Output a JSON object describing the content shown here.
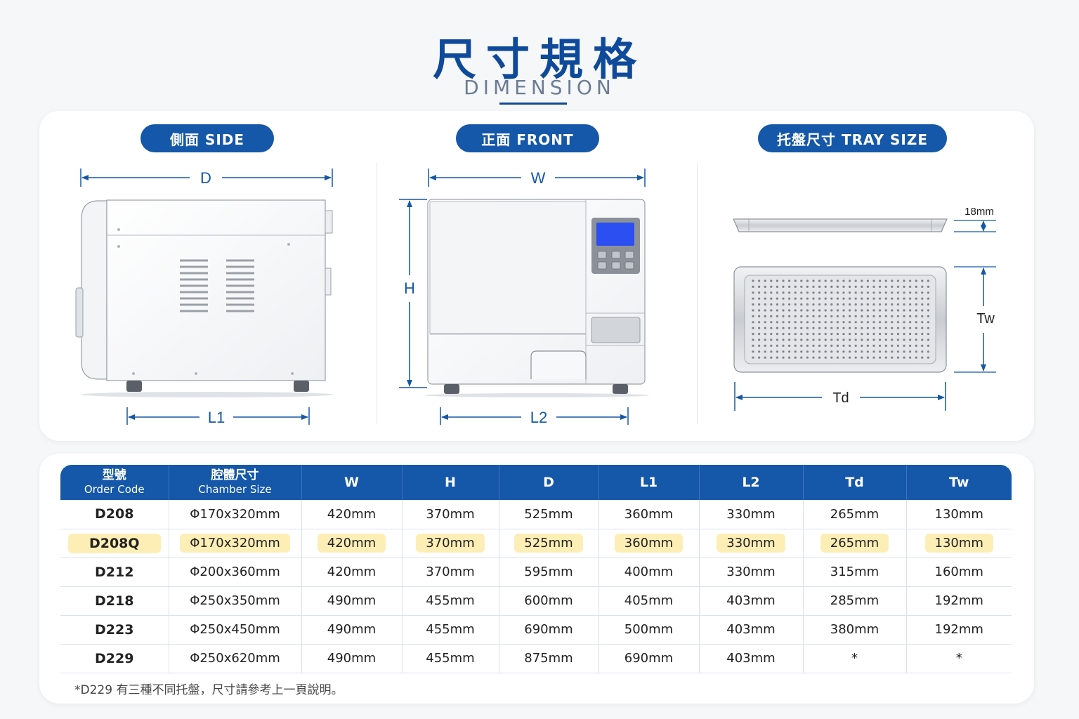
{
  "header": {
    "title": "尺寸規格",
    "subtitle": "DIMENSION"
  },
  "views": {
    "side": {
      "label": "側面  SIDE",
      "dim_top": "D",
      "dim_bottom": "L1"
    },
    "front": {
      "label": "正面  FRONT",
      "dim_top": "W",
      "dim_left": "H",
      "dim_bottom": "L2"
    },
    "tray": {
      "label": "托盤尺寸  TRAY SIZE",
      "dim_height": "18mm",
      "dim_right": "Tw",
      "dim_bottom": "Td"
    }
  },
  "colors": {
    "brand_blue": "#1557a8",
    "title_blue": "#0f4a9a",
    "highlight": "#fdeeb6"
  },
  "table": {
    "headers": [
      {
        "cn": "型號",
        "en": "Order Code"
      },
      {
        "cn": "腔體尺寸",
        "en": "Chamber Size"
      },
      {
        "cn": "",
        "en": "W"
      },
      {
        "cn": "",
        "en": "H"
      },
      {
        "cn": "",
        "en": "D"
      },
      {
        "cn": "",
        "en": "L1"
      },
      {
        "cn": "",
        "en": "L2"
      },
      {
        "cn": "",
        "en": "Td"
      },
      {
        "cn": "",
        "en": "Tw"
      }
    ],
    "highlight_row": 1,
    "rows": [
      [
        "D208",
        "Φ170x320mm",
        "420mm",
        "370mm",
        "525mm",
        "360mm",
        "330mm",
        "265mm",
        "130mm"
      ],
      [
        "D208Q",
        "Φ170x320mm",
        "420mm",
        "370mm",
        "525mm",
        "360mm",
        "330mm",
        "265mm",
        "130mm"
      ],
      [
        "D212",
        "Φ200x360mm",
        "420mm",
        "370mm",
        "595mm",
        "400mm",
        "330mm",
        "315mm",
        "160mm"
      ],
      [
        "D218",
        "Φ250x350mm",
        "490mm",
        "455mm",
        "600mm",
        "405mm",
        "403mm",
        "285mm",
        "192mm"
      ],
      [
        "D223",
        "Φ250x450mm",
        "490mm",
        "455mm",
        "690mm",
        "500mm",
        "403mm",
        "380mm",
        "192mm"
      ],
      [
        "D229",
        "Φ250x620mm",
        "490mm",
        "455mm",
        "875mm",
        "690mm",
        "403mm",
        "*",
        "*"
      ]
    ]
  },
  "footnote": "*D229 有三種不同托盤，尺寸請參考上一頁說明。"
}
